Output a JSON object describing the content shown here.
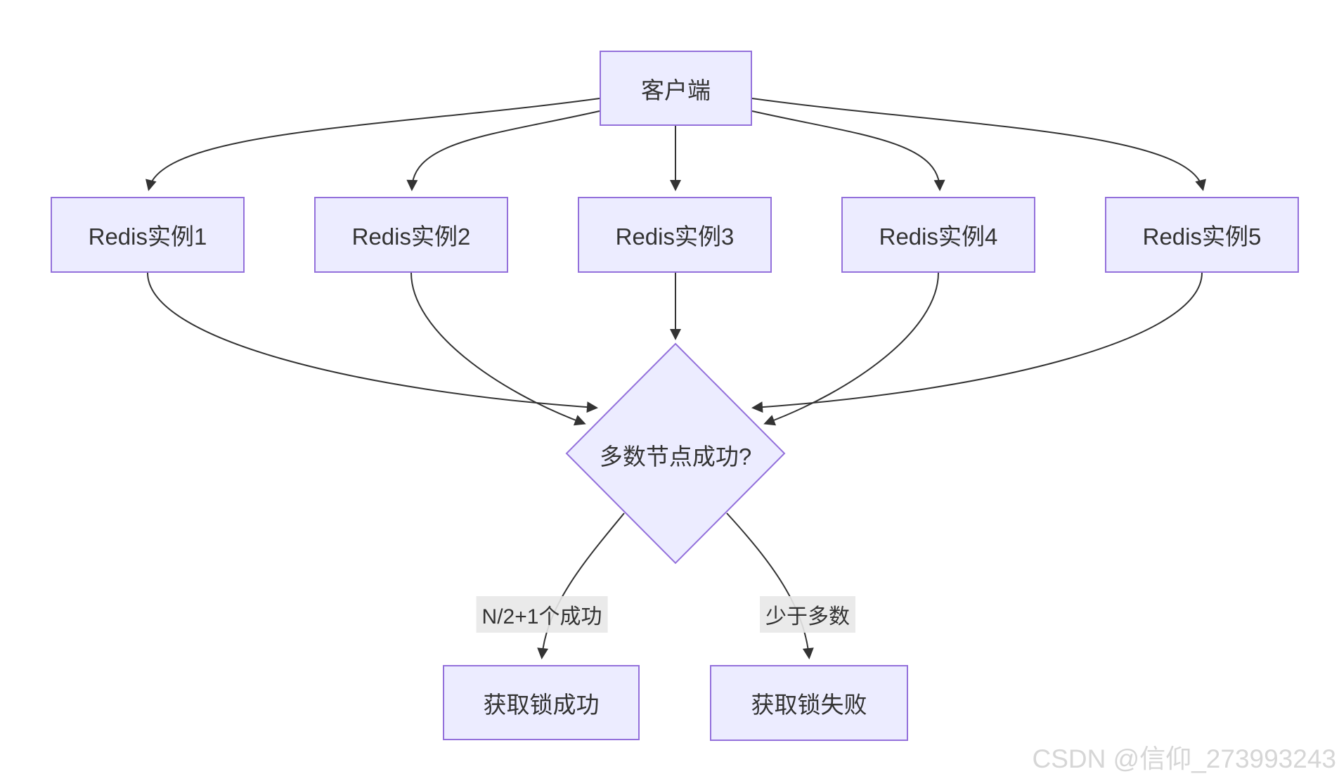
{
  "diagram": {
    "client": {
      "label": "客户端"
    },
    "instances": [
      {
        "label": "Redis实例1"
      },
      {
        "label": "Redis实例2"
      },
      {
        "label": "Redis实例3"
      },
      {
        "label": "Redis实例4"
      },
      {
        "label": "Redis实例5"
      }
    ],
    "decision": {
      "label": "多数节点成功?"
    },
    "edge_labels": {
      "success_condition": "N/2+1个成功",
      "fail_condition": "少于多数"
    },
    "results": {
      "success": {
        "label": "获取锁成功"
      },
      "fail": {
        "label": "获取锁失败"
      }
    }
  },
  "colors": {
    "node_fill": "#ECECFF",
    "node_border": "#9370DB",
    "edge_stroke": "#333333",
    "text": "#333333",
    "edge_label_bg": "#e8e8e8",
    "watermark": "#d6d6d6"
  },
  "watermark": {
    "text": "CSDN @信仰_273993243"
  }
}
